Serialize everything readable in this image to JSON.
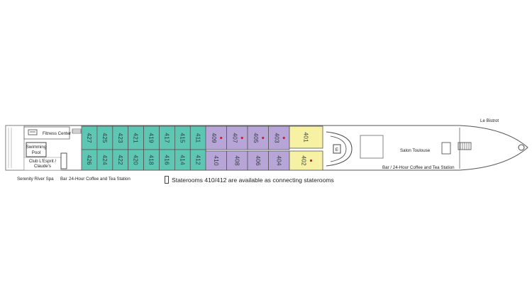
{
  "colors": {
    "teal": "#5ec7b3",
    "purple": "#b7a5d8",
    "yellow": "#f7f1a3",
    "outline": "#555555",
    "accessible_dot": "#cc1e2e"
  },
  "staterooms": {
    "teal_top": [
      "427",
      "425",
      "423",
      "421",
      "419",
      "417",
      "415",
      "411"
    ],
    "teal_bottom": [
      "426",
      "424",
      "422",
      "420",
      "418",
      "416",
      "414",
      "412"
    ],
    "purple_top": [
      "409",
      "407",
      "405",
      "403"
    ],
    "purple_bottom": [
      "410",
      "408",
      "406",
      "404"
    ],
    "yellow_top": [
      "401"
    ],
    "yellow_bottom": [
      "402"
    ]
  },
  "labels": {
    "fitness_center": "Fitness Center",
    "swimming_pool_1": "Swimming",
    "swimming_pool_2": "Pool",
    "club_1": "Club L'Esprit /",
    "club_2": "Claude's",
    "serenity": "Serenity River Spa",
    "bar": "Bar",
    "coffee_aft": "24-Hour Coffee and Tea Station",
    "elevator": "E",
    "salon": "Salon Toulouse",
    "bar_coffee_fwd": "Bar / 24-Hour Coffee and Tea Station",
    "le_bistrot": "Le Bistrot"
  },
  "note": "Staterooms 410/412 are available as connecting staterooms"
}
